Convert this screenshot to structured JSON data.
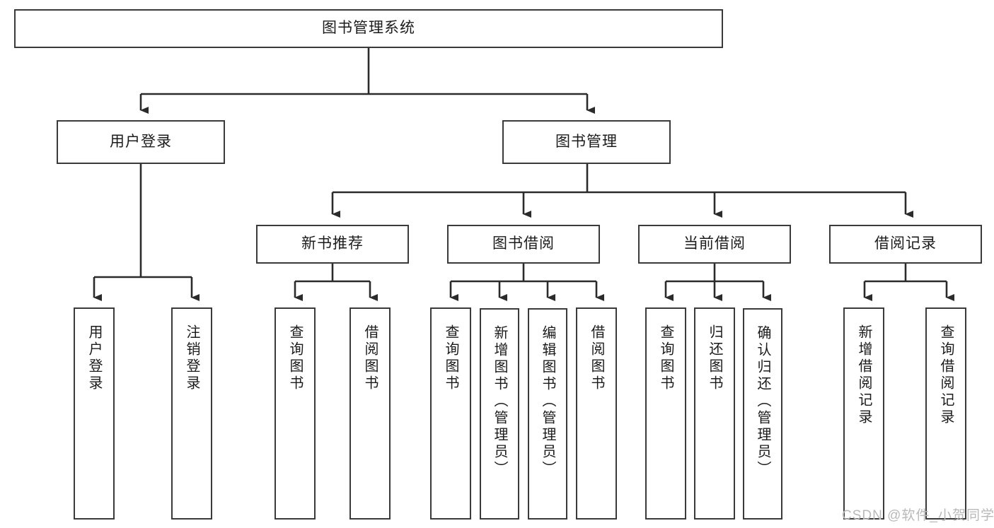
{
  "diagram": {
    "type": "hierarchy-tree",
    "title": "图书管理系统",
    "colors": {
      "box_border": "#3a3a3a",
      "box_fill": "#ffffff",
      "connector": "#2b2b2b",
      "text": "#1b1b1b",
      "watermark": "#b9b9b9",
      "background": "#ffffff"
    },
    "root": {
      "label": "图书管理系统"
    },
    "level1": [
      {
        "label": "用户登录"
      },
      {
        "label": "图书管理"
      }
    ],
    "level2": [
      {
        "label": "新书推荐"
      },
      {
        "label": "图书借阅"
      },
      {
        "label": "当前借阅"
      },
      {
        "label": "借阅记录"
      }
    ],
    "leaves": [
      {
        "label": "用户登录"
      },
      {
        "label": "注销登录"
      },
      {
        "label": "查询图书"
      },
      {
        "label": "借阅图书"
      },
      {
        "label": "查询图书"
      },
      {
        "label": "新增图书（管理员）"
      },
      {
        "label": "编辑图书（管理员）"
      },
      {
        "label": "借阅图书"
      },
      {
        "label": "查询图书"
      },
      {
        "label": "归还图书"
      },
      {
        "label": "确认归还（管理员）"
      },
      {
        "label": "新增借阅记录"
      },
      {
        "label": "查询借阅记录"
      }
    ]
  },
  "watermark": {
    "text": "CSDN @软件_小贺同学"
  }
}
